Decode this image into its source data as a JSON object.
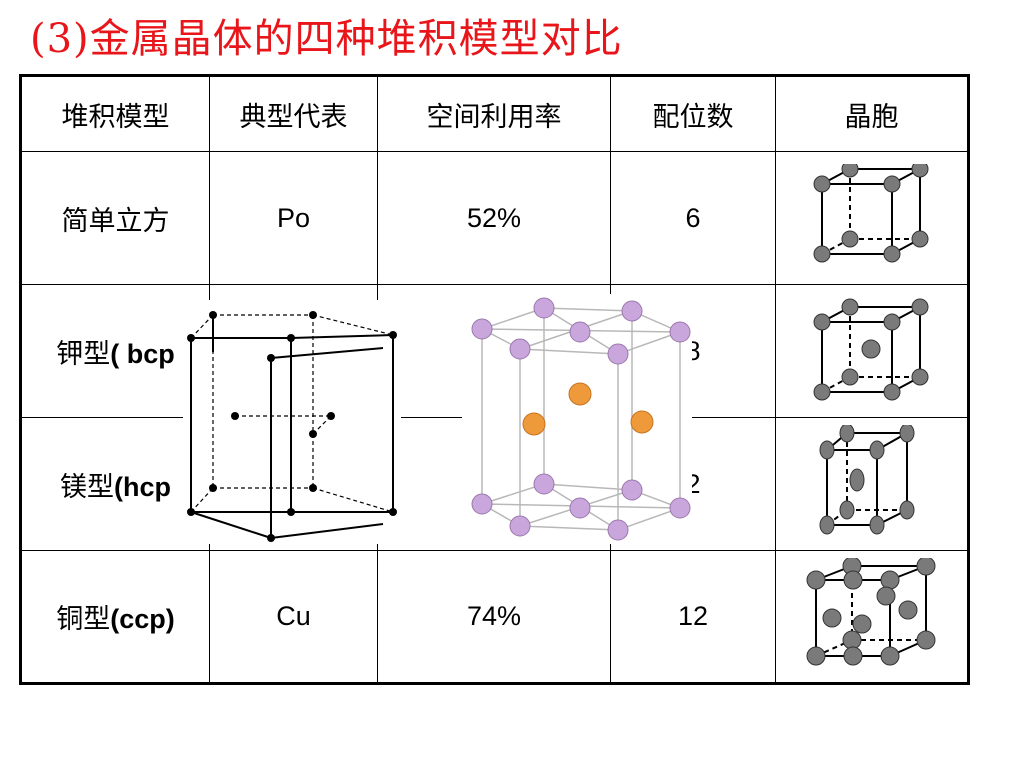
{
  "slide_title": "(3)金属晶体的四种堆积模型对比",
  "table": {
    "headers": [
      "堆积模型",
      "典型代表",
      "空间利用率",
      "配位数",
      "晶胞"
    ],
    "rows": [
      {
        "model_cn": "简单立方",
        "model_tag": "",
        "example": "Po",
        "utilization": "52%",
        "coordination": "6",
        "cell_icon": "simple-cubic-cell-icon"
      },
      {
        "model_cn": "钾型",
        "model_tag": "( bcp",
        "example": "",
        "utilization": "(",
        "coordination": "8",
        "cell_icon": "body-centered-cubic-cell-icon"
      },
      {
        "model_cn": "镁型",
        "model_tag": "(hcp",
        "example": "",
        "utilization": "",
        "coordination": "2",
        "cell_icon": "hexagonal-prism-cell-icon"
      },
      {
        "model_cn": "铜型",
        "model_tag": "(ccp)",
        "example": "Cu",
        "utilization": "74%",
        "coordination": "12",
        "cell_icon": "face-centered-cubic-cell-icon"
      }
    ]
  },
  "overlays": {
    "left_icon": "hexagonal-close-packed-wireframe-icon",
    "right_icon": "hexagonal-close-packed-unit-cell-icon"
  },
  "colors": {
    "title": "#e8161a",
    "atom_gray": "#7a7a7a",
    "atom_violet": "#c9a6dc",
    "atom_orange": "#ef9a3a"
  }
}
